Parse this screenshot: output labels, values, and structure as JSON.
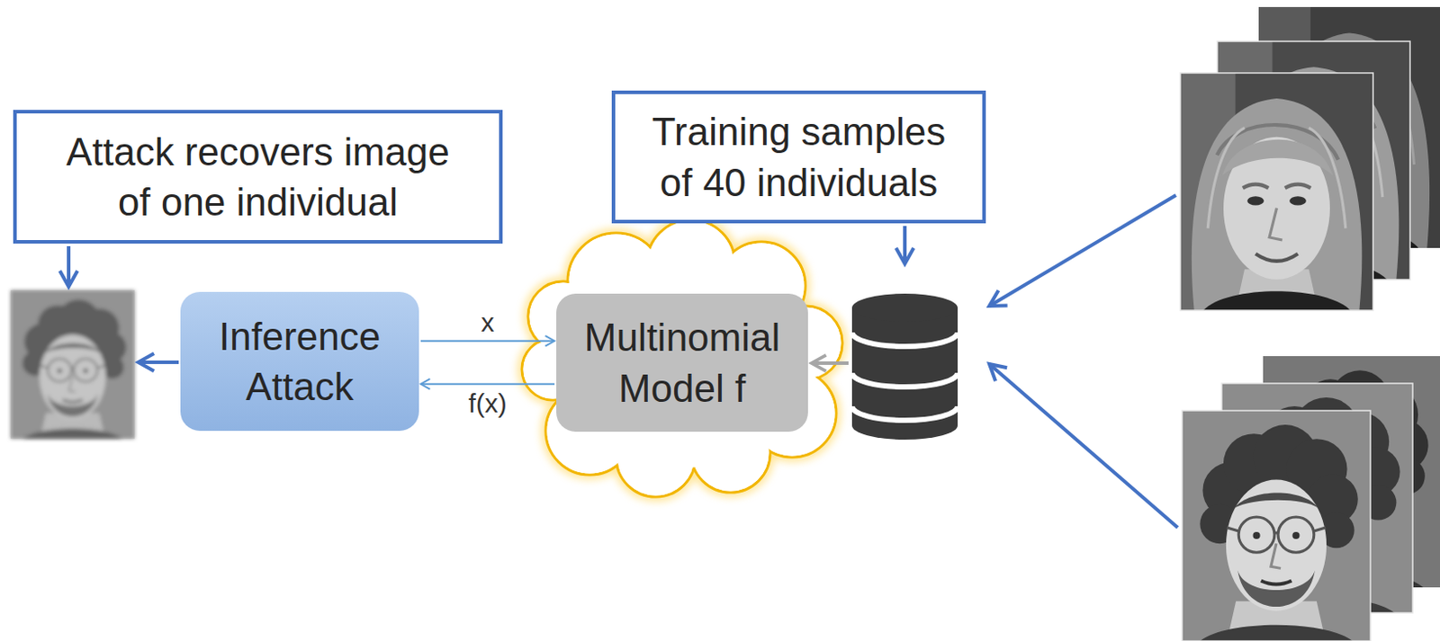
{
  "diagram": {
    "nodes": [
      {
        "text": [
          "Attack recovers image of one individual"
        ]
      },
      {
        "text": [
          "Training samples of 40 individuals"
        ]
      },
      {
        "text": [
          "Inference Attack"
        ]
      },
      {
        "text": [
          "Multinomial Model f"
        ]
      }
    ],
    "edges": [
      {
        "from": 2,
        "to": 3,
        "arrow": "to",
        "label": "x"
      },
      {
        "from": 3,
        "to": 2,
        "arrow": "to",
        "label": "f(x)"
      }
    ]
  }
}
